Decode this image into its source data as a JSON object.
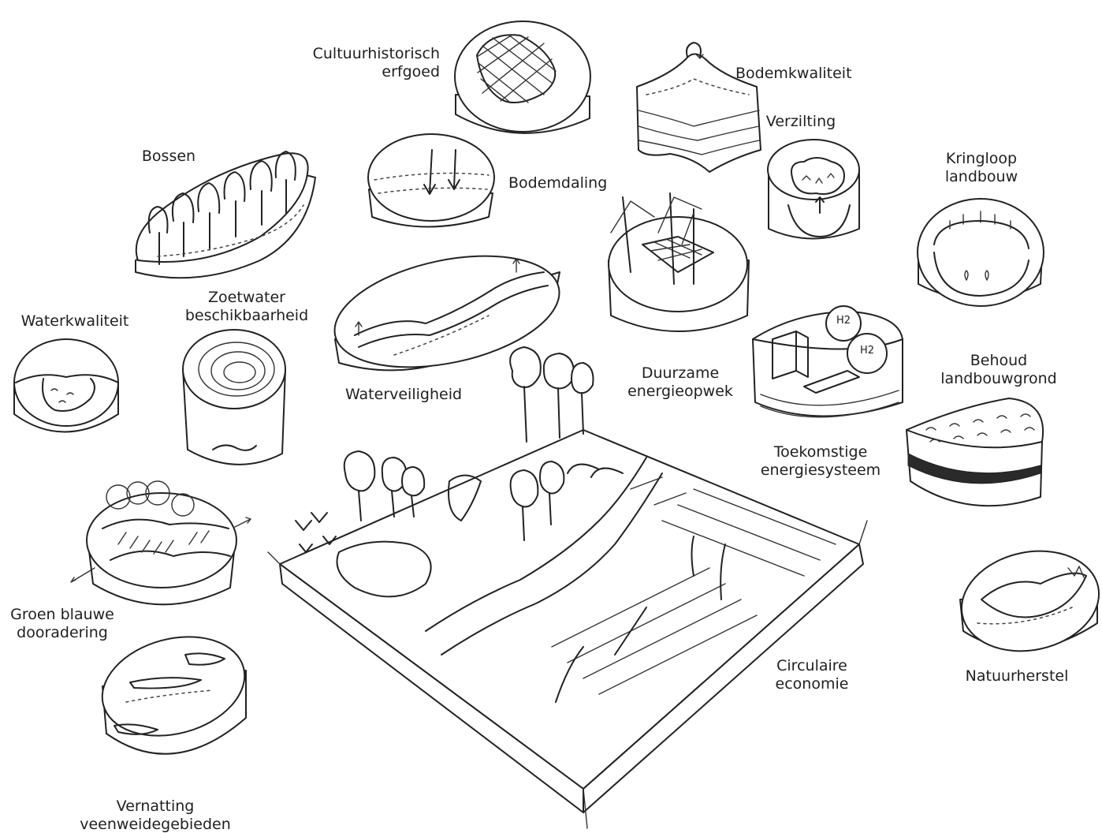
{
  "labels": {
    "cultuurhistorisch": [
      "Cultuurhistorisch",
      "erfgoed"
    ],
    "bodemkwaliteit": [
      "Bodemkwaliteit"
    ],
    "verzilting": [
      "Verzilting"
    ],
    "kringloop": [
      "Kringloop",
      "landbouw"
    ],
    "bossen": [
      "Bossen"
    ],
    "bodemdaling": [
      "Bodemdaling"
    ],
    "waterkwaliteit": [
      "Waterkwaliteit"
    ],
    "zoetwater": [
      "Zoetwater",
      "beschikbaarheid"
    ],
    "waterveiligheid": [
      "Waterveiligheid"
    ],
    "duurzame_energie": [
      "Duurzame",
      "energieopwek"
    ],
    "behoud_landbouwgrond": [
      "Behoud",
      "landbouwgrond"
    ],
    "toekomstige_energie": [
      "Toekomstige",
      "energiesysteem"
    ],
    "groen_blauwe": [
      "Groen blauwe",
      "dooradering"
    ],
    "circulaire": [
      "Circulaire",
      "economie"
    ],
    "natuurherstel": [
      "Natuurherstel"
    ],
    "vernatting": [
      "Vernatting",
      "veenweidegebieden"
    ]
  },
  "icons": {
    "h2_top": "H2",
    "h2_bottom": "H2"
  }
}
